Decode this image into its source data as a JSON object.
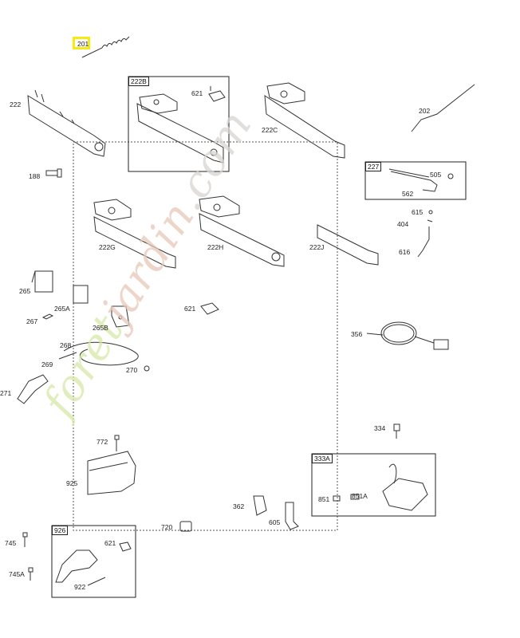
{
  "labels": {
    "l201": "201",
    "l222": "222",
    "l222b": "222B",
    "l621a": "621",
    "l222c": "222C",
    "l202": "202",
    "l188": "188",
    "l227": "227",
    "l505": "505",
    "l562": "562",
    "l222g": "222G",
    "l222h": "222H",
    "l222j": "222J",
    "l615": "615",
    "l404": "404",
    "l616": "616",
    "l265": "265",
    "l265a": "265A",
    "l267": "267",
    "l265b": "265B",
    "l621b": "621",
    "l356": "356",
    "l268": "268",
    "l269": "269",
    "l270": "270",
    "l271": "271",
    "l334": "334",
    "l772": "772",
    "l333a": "333A",
    "l925": "925",
    "l851": "851",
    "l851a": "851A",
    "l362": "362",
    "l605": "605",
    "l720": "720",
    "l926": "926",
    "l745": "745",
    "l621c": "621",
    "l745a": "745A",
    "l922": "922"
  },
  "watermark": {
    "part1": "foret",
    "part2": "jardin",
    "part3": ".com"
  },
  "colors": {
    "line": "#333333",
    "highlight": "#f5ea12",
    "wm_green": "#d6e8a8",
    "wm_tan": "#e7c9b8",
    "wm_grey": "#d8d3cf"
  }
}
